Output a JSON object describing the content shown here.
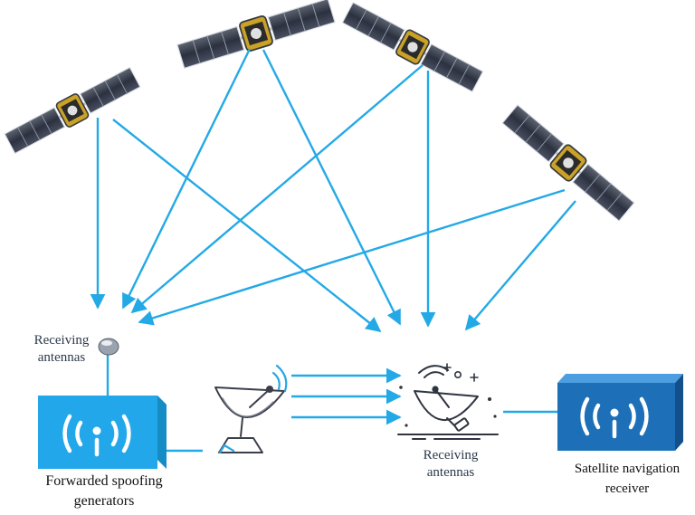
{
  "labels": {
    "receiving_antennas_left": [
      "Receiving",
      "antennas"
    ],
    "forwarded_spoofing": [
      "Forwarded spoofing",
      "generators"
    ],
    "receiving_antennas_center": [
      "Receiving",
      "antennas"
    ],
    "satellite_receiver": [
      "Satellite navigation",
      "receiver"
    ]
  },
  "icons": [
    "satellite-icon",
    "antenna-node-icon",
    "wifi-signal-icon",
    "dish-antenna-icon",
    "receiving-dish-icon"
  ],
  "colors": {
    "signal_arrow": "#23a9e6",
    "spoofer_box": "#22a8ea",
    "receiver_box": "#1d6fb8",
    "icon_white": "#ffffff",
    "dish_outline": "#3b3f4a"
  }
}
